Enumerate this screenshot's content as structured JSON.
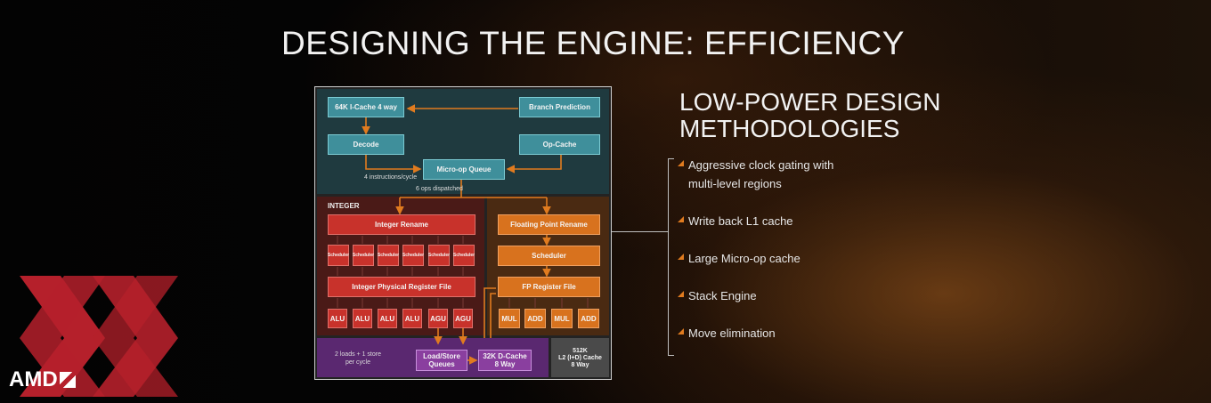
{
  "slide": {
    "title": "DESIGNING THE ENGINE: EFFICIENCY",
    "heading": "LOW-POWER DESIGN METHODOLOGIES",
    "bullets": [
      {
        "line1": "Aggressive clock gating with",
        "line2": "multi-level regions"
      },
      {
        "line1": "Write back L1 cache"
      },
      {
        "line1": "Large Micro-op cache"
      },
      {
        "line1": "Stack Engine"
      },
      {
        "line1": "Move elimination"
      }
    ]
  },
  "diagram": {
    "front_end": {
      "icache": "64K I-Cache 4 way",
      "branch_prediction": "Branch Prediction",
      "decode": "Decode",
      "op_cache": "Op-Cache",
      "micro_op_queue": "Micro-op Queue",
      "instructions_note": "4 instructions/cycle",
      "dispatch_note": "6 ops dispatched"
    },
    "integer": {
      "label": "INTEGER",
      "rename": "Integer Rename",
      "scheduler": "Scheduler",
      "register_file": "Integer Physical Register File",
      "units": [
        "ALU",
        "ALU",
        "ALU",
        "ALU",
        "AGU",
        "AGU"
      ]
    },
    "floating_point": {
      "rename": "Floating Point Rename",
      "scheduler": "Scheduler",
      "register_file": "FP Register File",
      "units": [
        "MUL",
        "ADD",
        "MUL",
        "ADD"
      ]
    },
    "memory": {
      "loads_note_1": "2 loads + 1 store",
      "loads_note_2": "per cycle",
      "lsq_1": "Load/Store",
      "lsq_2": "Queues",
      "dcache_1": "32K D-Cache",
      "dcache_2": "8 Way",
      "l2_1": "512K",
      "l2_2": "L2 (I+D) Cache",
      "l2_3": "8 Way"
    }
  },
  "logo": {
    "text": "AMD"
  },
  "colors": {
    "accent_orange": "#e07b1f",
    "teal": "#3f8f9b",
    "integer_red": "#c8322b",
    "fp_orange": "#d8721e",
    "memory_purple": "#8a3f9f",
    "logo_red": "#b5202b"
  }
}
